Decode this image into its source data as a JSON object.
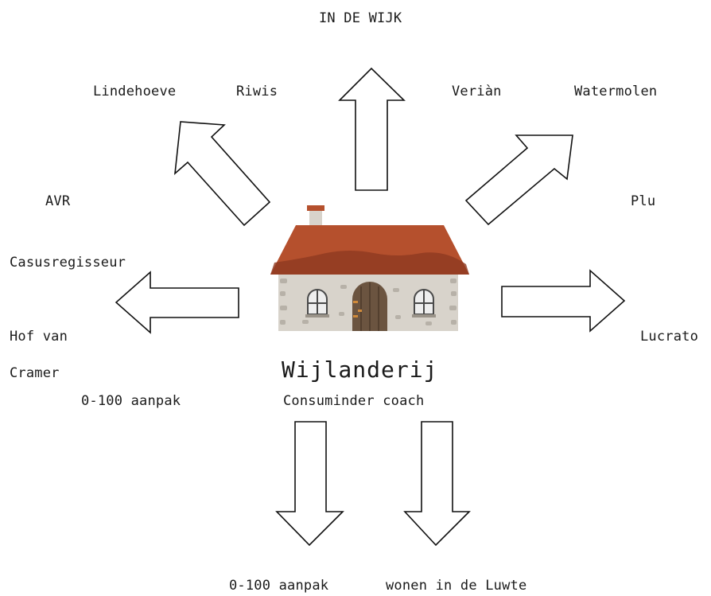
{
  "header": {
    "top_label": "IN DE WIJK"
  },
  "center": {
    "name": "Wijlanderij",
    "subtitle": "Consuminder coach"
  },
  "labels": {
    "lindehoeve": "Lindehoeve",
    "riwis": "Riwis",
    "verian": "Veriàn",
    "watermolen": "Watermolen",
    "avr": "AVR",
    "plu": "Plu",
    "casusregisseur": "Casusregisseur",
    "hof_van": "Hof van",
    "cramer": "Cramer",
    "lucrato": "Lucrato",
    "aanpak_left": "0-100 aanpak",
    "aanpak_bottom": "0-100 aanpak",
    "wonen": "wonen in de Luwte"
  },
  "colors": {
    "roof": "#b5502d",
    "roof_dark": "#8e3a20",
    "wall": "#d8d3cb",
    "door": "#6b5440",
    "arrow_stroke": "#111111"
  }
}
